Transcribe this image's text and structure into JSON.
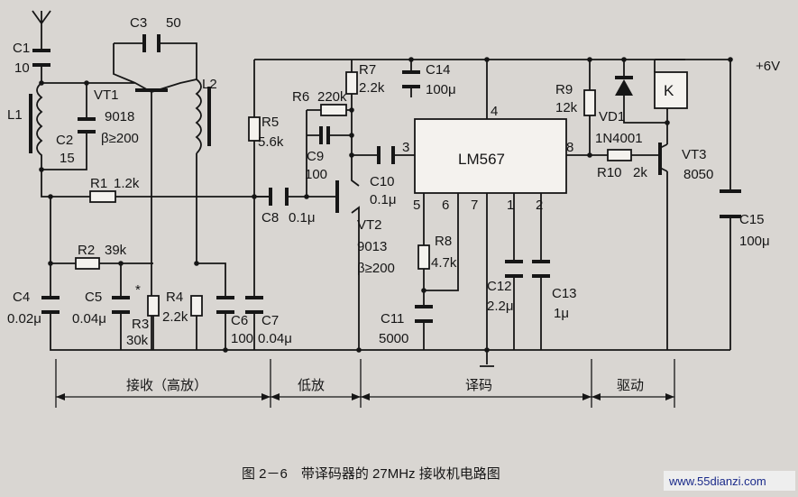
{
  "components": {
    "c1": [
      "C1",
      "10"
    ],
    "c2": [
      "C2",
      "15"
    ],
    "c3": [
      "C3",
      "50"
    ],
    "l1": "L1",
    "l2": "L2",
    "vt1": [
      "VT1",
      "9018",
      "β≥200"
    ],
    "r1": [
      "R1",
      "1.2k"
    ],
    "r2": [
      "R2",
      "39k"
    ],
    "r3": [
      "R3",
      "30k",
      "*"
    ],
    "r4": [
      "R4",
      "2.2k"
    ],
    "c4": [
      "C4",
      "0.02μ"
    ],
    "c5": [
      "C5",
      "0.04μ"
    ],
    "c6": [
      "C6",
      "100"
    ],
    "c7": [
      "C7",
      "0.04μ"
    ],
    "c8": [
      "C8",
      "0.1μ"
    ],
    "r5": [
      "R5",
      "5.6k"
    ],
    "r6": [
      "R6",
      "220k"
    ],
    "r7": [
      "R7",
      "2.2k"
    ],
    "c9": [
      "C9",
      "100"
    ],
    "c10": [
      "C10",
      "0.1μ"
    ],
    "vt2": [
      "VT2",
      "9013",
      "β≥200"
    ],
    "c14": [
      "C14",
      "100μ"
    ],
    "ic": "LM567",
    "pins": [
      "4",
      "3",
      "8",
      "5",
      "6",
      "7",
      "1",
      "2"
    ],
    "r8": [
      "R8",
      "4.7k"
    ],
    "c11": [
      "C11",
      "5000"
    ],
    "c12": [
      "C12",
      "2.2μ"
    ],
    "c13": [
      "C13",
      "1μ"
    ],
    "r9": [
      "R9",
      "12k"
    ],
    "vd1": [
      "VD1",
      "1N4001"
    ],
    "relay": "K",
    "r10": [
      "R10",
      "2k"
    ],
    "vt3": [
      "VT3",
      "8050"
    ],
    "c15": [
      "C15",
      "100μ"
    ],
    "supply": "+6V"
  },
  "sections": [
    "接收（高放）",
    "低放",
    "译码",
    "驱动"
  ],
  "caption": "图 2－6　带译码器的 27MHz 接收机电路图",
  "watermark": "www.55dianzi.com"
}
